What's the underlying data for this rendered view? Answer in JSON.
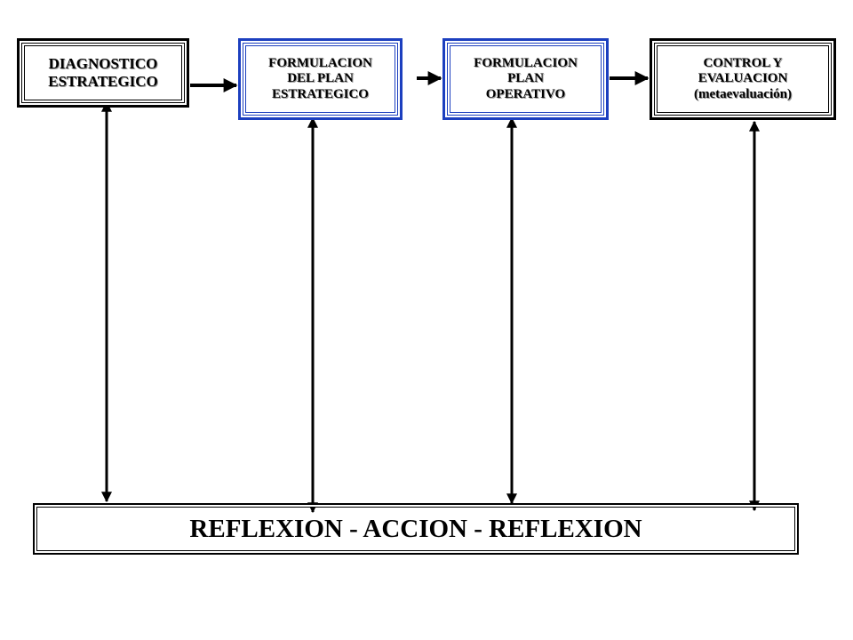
{
  "colors": {
    "accent_blue": "#1c3fbf",
    "line": "#000000"
  },
  "nodes": {
    "diagnostico": [
      "DIAGNOSTICO",
      "ESTRATEGICO"
    ],
    "formulacion_estrategico": [
      "FORMULACION",
      "DEL PLAN",
      "ESTRATEGICO"
    ],
    "formulacion_operativo": [
      "FORMULACION",
      "PLAN",
      "OPERATIVO"
    ],
    "control": [
      "CONTROL Y",
      "EVALUACION",
      "(metaevaluación)"
    ]
  },
  "bottom_bar": {
    "label": "REFLEXION - ACCION - REFLEXION"
  }
}
